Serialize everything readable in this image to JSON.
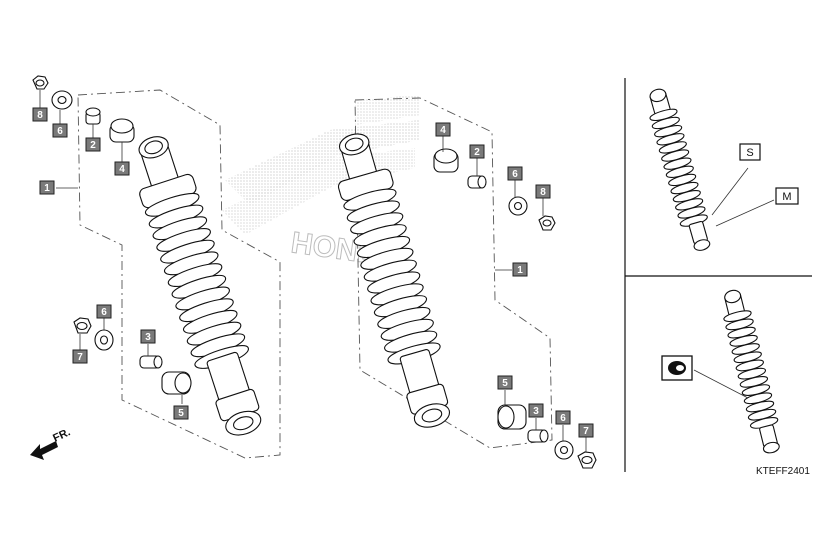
{
  "diagram": {
    "callouts": {
      "left": {
        "c8": "8",
        "c6": "6",
        "c2": "2",
        "c4": "4",
        "c1": "1",
        "c6b": "6",
        "c7": "7",
        "c3": "3",
        "c5": "5"
      },
      "middle": {
        "c4": "4",
        "c2": "2",
        "c6": "6",
        "c8": "8",
        "c1": "1",
        "c5": "5",
        "c3": "3",
        "c6b": "6",
        "c7": "7"
      }
    },
    "labels": {
      "s": "S",
      "m": "M"
    },
    "direction": "FR.",
    "watermark": "HONDA",
    "diagram_code": "KTEFF2401"
  }
}
